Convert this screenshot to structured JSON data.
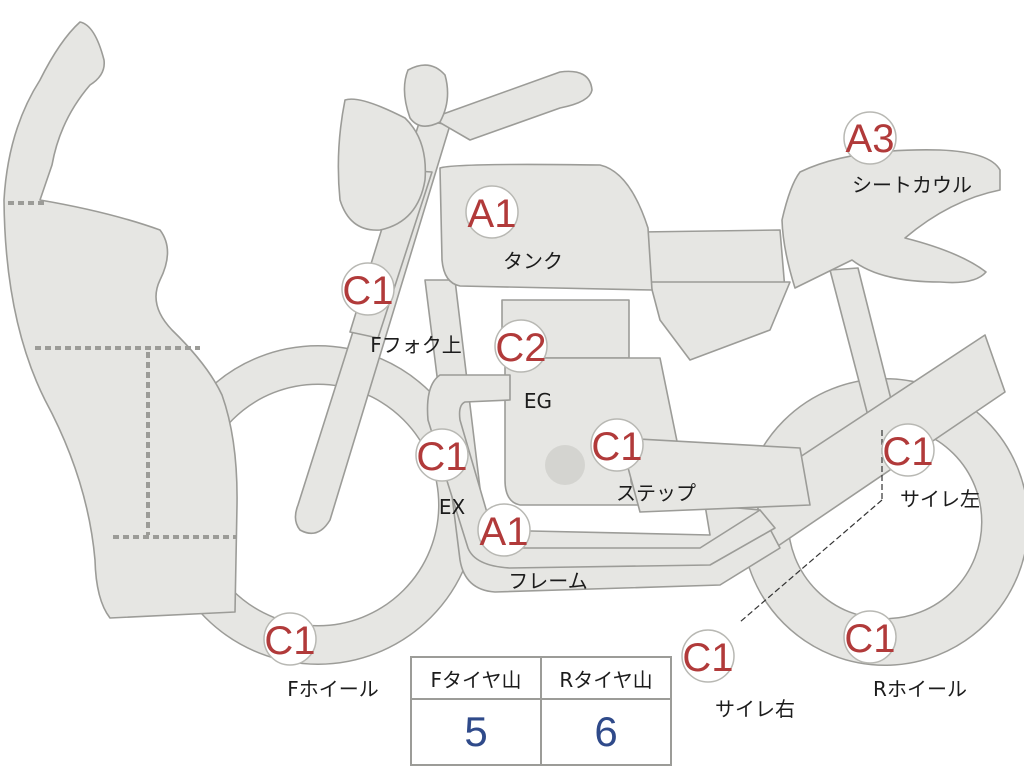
{
  "parts": {
    "tank": {
      "grade": "A1",
      "label": "タンク"
    },
    "seat_cowl": {
      "grade": "A3",
      "label": "シートカウル"
    },
    "front_fork": {
      "grade": "C1",
      "label": "Fフォク上"
    },
    "engine": {
      "grade": "C2",
      "label": "EG"
    },
    "exhaust": {
      "grade": "C1",
      "label": "EX"
    },
    "step": {
      "grade": "C1",
      "label": "ステップ"
    },
    "frame": {
      "grade": "A1",
      "label": "フレーム"
    },
    "side_cover_left": {
      "grade": "C1",
      "label": "サイレ左"
    },
    "side_cover_right": {
      "grade": "C1",
      "label": "サイレ右"
    },
    "front_wheel": {
      "grade": "C1",
      "label": "Fホイール"
    },
    "rear_wheel": {
      "grade": "C1",
      "label": "Rホイール"
    }
  },
  "tire_tread": {
    "front_header": "Fタイヤ山",
    "rear_header": "Rタイヤ山",
    "front_value": "5",
    "rear_value": "6"
  }
}
